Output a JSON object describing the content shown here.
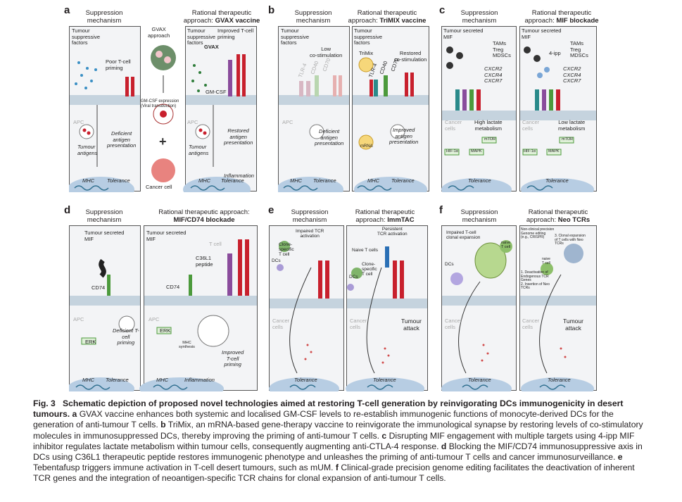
{
  "panels": {
    "a": {
      "letter": "a",
      "left_head": "Suppression\nmechanism",
      "right_head_1": "Rational therapeutic",
      "right_head_2": "approach: ",
      "right_head_bold": "GVAX vaccine",
      "mid_top": "GVAX\napproach",
      "mid_gm": "GM-CSF expression\n(Viral transduction)",
      "mid_cancer": "Cancer cell",
      "l_tsf": "Tumour\nsuppressive\nfactors",
      "l_poor": "Poor T-cell\npriming",
      "l_apc": "APC",
      "l_def": "Deficient\nantigen\npresentation",
      "l_ta": "Tumour\nantigens",
      "l_mhc": "MHC",
      "l_tol": "Tolerance",
      "r_tsf": "Tumour\nsuppressive\nfactors",
      "r_imp": "Improved T-cell\npriming",
      "r_gvax": "GVAX",
      "r_gmcsf": "GM-CSF",
      "r_apc": "APC",
      "r_rest": "Restored\nantigen\npresentation",
      "r_ta": "Tumour\nantigens",
      "r_inf": "Inflammation",
      "r_mhc": "MHC",
      "r_tol": "Tolerance"
    },
    "b": {
      "letter": "b",
      "left_head": "Suppression\nmechanism",
      "right_head_1": "Rational therapeutic",
      "right_head_2": "approach: ",
      "right_head_bold": "TriMIX vaccine",
      "l_tsf": "Tumour\nsuppressive\nfactors",
      "l_low": "Low\nco-stimulation",
      "l_tlr": "TLR-4",
      "l_cd40": "CD40",
      "l_cd70": "CD70",
      "l_apc": "APC",
      "l_def": "Deficient\nantigen\npresentation",
      "l_mhc": "MHC",
      "l_tol": "Tolerance",
      "r_tsf": "Tumour\nsuppressive\nfactors",
      "r_trimix": "TriMix",
      "r_rest": "Restored\nco-stimulation",
      "r_tlr": "TLR-4",
      "r_cd40": "CD40",
      "r_cd70": "CD70",
      "r_imp": "Improved\nantigen\npresentation",
      "r_mrna": "mRNA",
      "r_mhc": "MHC",
      "r_tol": "Tolerance"
    },
    "c": {
      "letter": "c",
      "left_head": "Suppression\nmechanism",
      "right_head_1": "Rational therapeutic",
      "right_head_2": "approach: ",
      "right_head_bold": "MIF blockade",
      "l_tsm": "Tumour secreted\nMIF",
      "l_tams": "TAMs\nTreg\nMDSCs",
      "l_cx": "CXCR2\nCXCR4\nCXCR7",
      "l_cancer": "Cancer\ncells",
      "l_high": "High lactate\nmetabolism",
      "l_mtor": "mTOR",
      "l_hif": "HIF-1α",
      "l_mapk": "MAPK",
      "l_tol": "Tolerance",
      "r_tsm": "Tumour secreted\nMIF",
      "r_tams": "TAMs\nTreg\nMDSCs",
      "r_ipp": "4-ipp",
      "r_cx": "CXCR2\nCXCR4\nCXCR7",
      "r_cancer": "Cancer\ncells",
      "r_low": "Low lactate\nmetabolism",
      "r_mtor": "mTOR",
      "r_hif": "HIF-1α",
      "r_mapk": "MAPK",
      "r_tol": "Tolerance"
    },
    "d": {
      "letter": "d",
      "left_head": "Suppression\nmechanism",
      "right_head_1": "Rational therapeutic approach:",
      "right_head_bold": "MIF/CD74 blockade",
      "l_tsm": "Tumour secreted\nMIF",
      "l_cd74": "CD74",
      "l_apc": "APC",
      "l_erk": "ERK",
      "l_def": "Deficient T-\ncell\npriming",
      "l_mhc": "MHC",
      "l_tol": "Tolerance",
      "r_tsm": "Tumour secreted\nMIF",
      "r_tcell": "T cell",
      "r_c36": "C36L1\npeptide",
      "r_cd74": "CD74",
      "r_apc": "APC",
      "r_erk": "ERK",
      "r_mhcs": "MHC\nsynthesis",
      "r_imp": "Improved\nT-cell\npriming",
      "r_mhc": "MHC",
      "r_inf": "Inflammation"
    },
    "e": {
      "letter": "e",
      "left_head": "Suppression\nmechanism",
      "right_head_1": "Rational therapeutic",
      "right_head_2": "approach: ",
      "right_head_bold": "ImmTAC",
      "l_imp": "Impaired TCR\nactivation",
      "l_clone": "Clone-\nspecific\nT cell",
      "l_dcs": "DCs",
      "l_cancer": "Cancer\ncells",
      "l_tol": "Tolerance",
      "r_pers": "Persistent\nTCR activation",
      "r_naive": "Naive T cells",
      "r_clone": "Clone-\nspecific\nT cell",
      "r_dcs": "DCs",
      "r_cancer": "Cancer\ncells",
      "r_attack": "Tumour\nattack",
      "r_tol": "Tolerance"
    },
    "f": {
      "letter": "f",
      "left_head": "Suppression\nmechanism",
      "right_head_1": "Rational therapeutic",
      "right_head_2": "approach: ",
      "right_head_bold": "Neo TCRs",
      "l_imp": "Impaired T-cell\nclonal expansion",
      "l_naive": "naive\nT cell",
      "l_dcs": "DCs",
      "l_cancer": "Cancer\ncells",
      "l_tol": "Tolerance",
      "r_nonp": "Non-clinical precision\nGenome editing\n(e.g., CRISPR)",
      "r_clonal": "3. Clonal expansion\nof T cells with Neo\nTCRs",
      "r_naive": "naive\nT cell",
      "r_steps": "1. Deactivation of\nEndogenous TCR\nGenes\n2. Insertion of Neo\nTCRs",
      "r_cancer": "Cancer\ncells",
      "r_attack": "Tumour\nattack",
      "r_tol": "Tolerance"
    }
  },
  "caption": {
    "fig": "Fig. 3",
    "title": "Schematic depiction of proposed novel technologies aimed at restoring T-cell generation by reinvigorating DCs immunogenicity in desert tumours.",
    "a_l": "a",
    "a_t": "GVAX vaccine enhances both systemic and localised GM-CSF levels to re-establish immunogenic functions of monocyte-derived DCs for the generation of anti-tumour T cells.",
    "b_l": "b",
    "b_t": "TriMix, an mRNA-based gene-therapy vaccine to reinvigorate the immunological synapse by restoring levels of co-stimulatory molecules in immunosuppressed DCs, thereby improving the priming of anti-tumour T cells.",
    "c_l": "c",
    "c_t": "Disrupting MIF engagement with multiple targets using 4-ipp MIF inhibitor regulates lactate metabolism within tumour cells, consequently augmenting anti-CTLA-4 response.",
    "d_l": "d",
    "d_t": "Blocking the MIF/CD74 immunosuppressive axis in DCs using C36L1 therapeutic peptide restores immunogenic phenotype and unleashes the priming of anti-tumour T cells and cancer immunosurveillance.",
    "e_l": "e",
    "e_t": "Tebentafusp triggers immune activation in T-cell desert tumours, such as mUM.",
    "f_l": "f",
    "f_t": "Clinical-grade precision genome editing facilitates the deactivation of inherent TCR genes and the integration of neoantigen-specific TCR chains for clonal expansion of anti-tumour T cells."
  },
  "colors": {
    "membrane": "#b9c9d6",
    "box_bg": "#f3f4f6",
    "nucleus": "#b7cde3",
    "red_receptor": "#c8202d",
    "teal": "#2a8a8a",
    "green": "#4c9a3c",
    "dna": "#2f6f8f"
  }
}
